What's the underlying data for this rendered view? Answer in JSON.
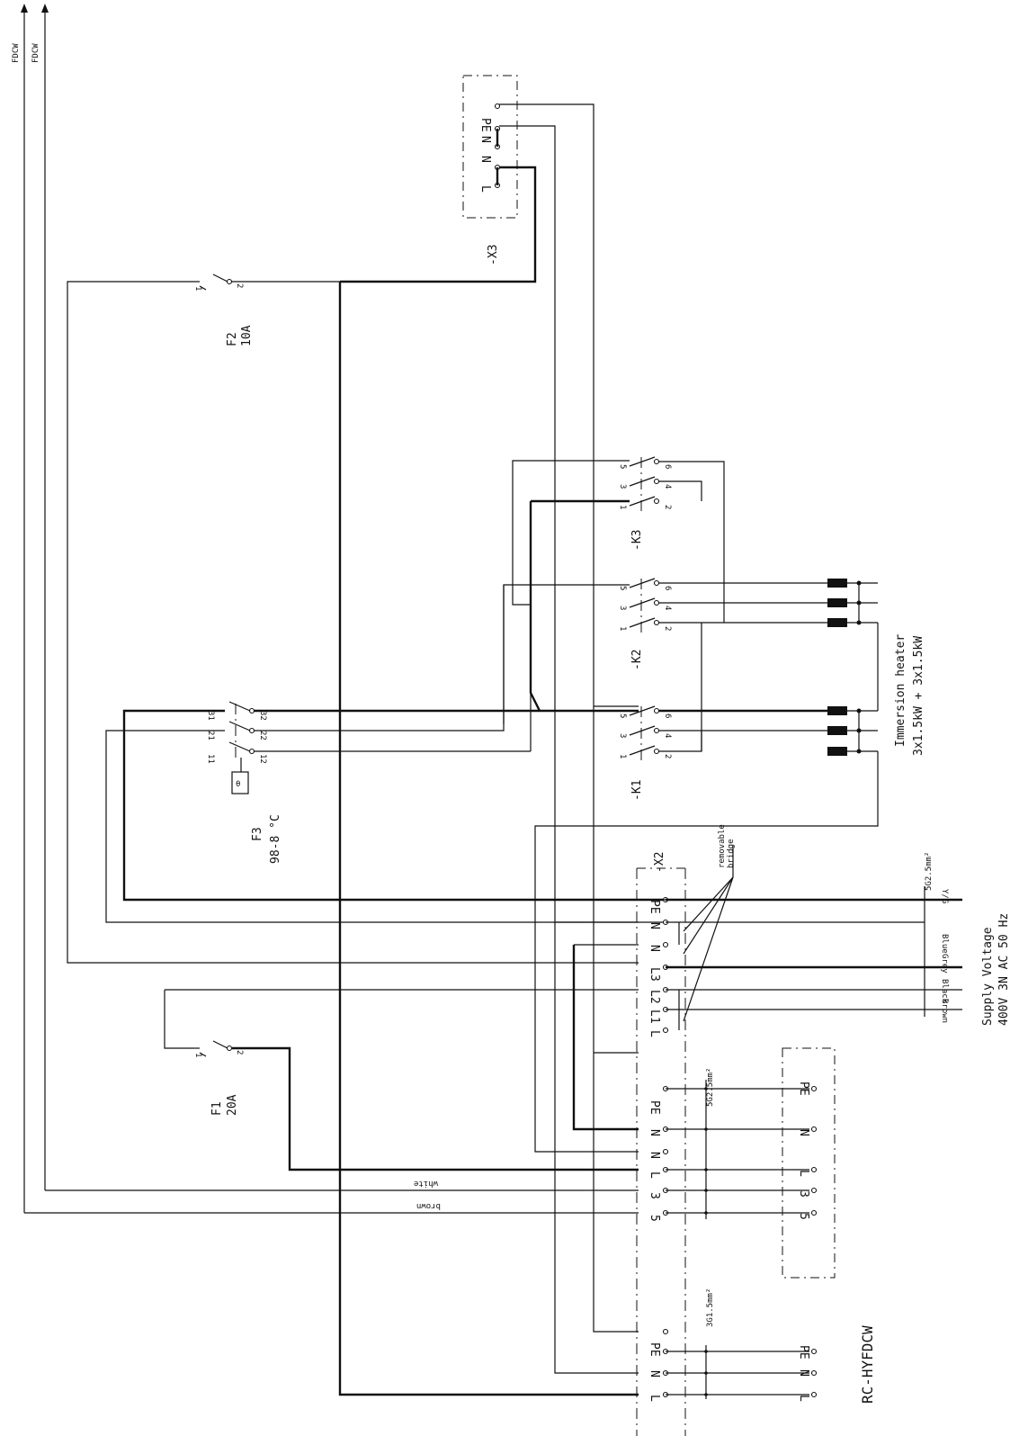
{
  "labels": {
    "fdcw_1": "FDCW",
    "fdcw_2": "FDCW",
    "x3": "-X3",
    "x3_pe": "PE",
    "x3_n1": "N",
    "x3_n2": "N",
    "x3_l": "L",
    "x2": "-X2",
    "f2_name": "F2",
    "f2_rating": "10A",
    "f1_name": "F1",
    "f1_rating": "20A",
    "f3_name": "F3",
    "f3_range": "98-8 °C",
    "theta": "θ",
    "k1": "-K1",
    "k2": "-K2",
    "k3": "-K3",
    "heater_line1": "Immersion heater",
    "heater_line2": "3x1.5kW  +    3x1.5kW",
    "supply_line1": "Supply Voltage",
    "supply_line2": "400V 3N AC 50 Hz",
    "removable_bridge_1": "removable",
    "removable_bridge_2": "bridge",
    "cable_5g25_a": "5G2.5mm²",
    "cable_5g25_b": "5G2.5mm²",
    "cable_3g15": "3G1.5mm²",
    "wire_brown": "brown",
    "wire_white": "white",
    "color_yg": "Y/G",
    "color_blue": "Blue",
    "color_grey": "Grey",
    "color_black": "Black",
    "color_brown": "Brown",
    "model": "RC-HYFDCW"
  },
  "terminals": {
    "x2": [
      "PE",
      "N",
      "N",
      "L3",
      "L2",
      "L1",
      "L"
    ],
    "block_5g": [
      "PE",
      "N",
      "N",
      "L",
      "3",
      "5"
    ],
    "block_3g": [
      "PE",
      "N",
      "L"
    ],
    "far_5g": [
      "PE",
      "N",
      "L",
      "3",
      "5"
    ],
    "far_3g": [
      "PE",
      "N",
      "L"
    ]
  },
  "pins": {
    "f2": [
      "1",
      "2"
    ],
    "f1": [
      "1",
      "2"
    ],
    "f3": [
      "11",
      "12",
      "21",
      "22",
      "31",
      "32"
    ],
    "contactor": [
      "1",
      "2",
      "3",
      "4",
      "5",
      "6"
    ]
  }
}
